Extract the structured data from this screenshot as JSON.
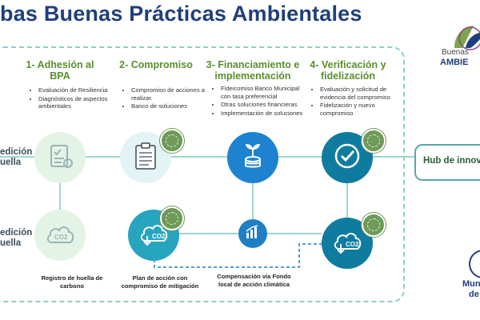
{
  "title": "bas Buenas Prácticas Ambientales",
  "columns": [
    {
      "header": "1- Adhesión al BPA",
      "items": [
        "Evaluación de Resiliencia",
        "Diagnósticos de aspectos ambientales"
      ]
    },
    {
      "header": "2- Compromiso",
      "items": [
        "Compromiso de acciones a realizar.",
        "Banco de soluciones"
      ]
    },
    {
      "header": "3- Financiamiento e implementación",
      "items": [
        "Fideicomiso Banco Municipal con tasa preferencial",
        "Otras soluciones financieras",
        "Implementación de soluciones"
      ]
    },
    {
      "header": "4- Verificación y fidelización",
      "items": [
        "Evaluación y solicitud de evidencia del compromiso",
        "Fidelización y nuevo compromiso"
      ]
    }
  ],
  "rows": {
    "top_label": "edición\nuella",
    "bottom_label": "edición de\nuella"
  },
  "captions": {
    "c1": "Registro de huella de carbono",
    "c2": "Plan de acción con compromiso de mitigación",
    "c3": "Compensación vía Fondo local de acción climática"
  },
  "hub": "Hub de innova",
  "logo": {
    "line1": "Buenas",
    "line2": "AMBIE"
  },
  "municipality": {
    "line1": "Muni",
    "line2": "de"
  },
  "icons": {
    "co2_cloud": "co2-cloud-icon",
    "checklist": "checklist-icon",
    "clipboard": "clipboard-icon",
    "plant_coins": "plant-coins-icon",
    "check": "check-icon",
    "bar_chart": "bar-chart-icon",
    "badge": "verified-badge-icon",
    "co2_text": "CO2"
  },
  "colors": {
    "title": "#1f3f7a",
    "header": "#5a8f2e",
    "line": "#9fd6d0",
    "dashed_line": "#1f7fc4",
    "blue": "#1d82d0",
    "teal": "#27a5bf",
    "dark_teal": "#0f7c9f",
    "light_green": "#e3f4e6",
    "light_blue": "#e3f3f6"
  }
}
